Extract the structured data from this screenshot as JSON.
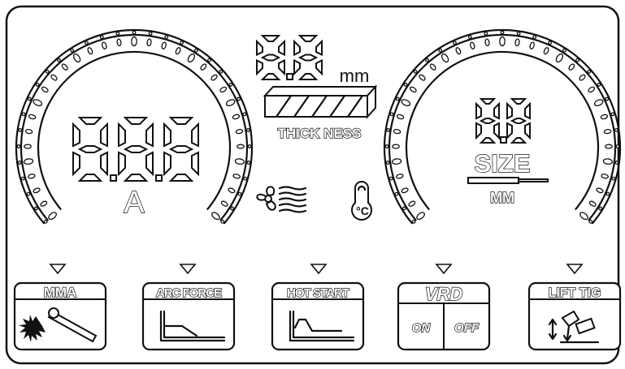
{
  "panel": {
    "left_gauge": {
      "unit": "A",
      "display": "8.8.8"
    },
    "right_gauge": {
      "display": "8.8",
      "size_label": "SIZE",
      "unit": "MM"
    },
    "thickness": {
      "display": "8.8",
      "unit": "mm",
      "label": "THICK NESS"
    },
    "indicators": {
      "fan": "fan-icon",
      "temperature": "°C"
    }
  },
  "modes": [
    {
      "label": "MMA",
      "icon": "electrode-spark-icon"
    },
    {
      "label": "ARC FORCE",
      "icon": "arc-force-curve-icon"
    },
    {
      "label": "HOT START",
      "icon": "hot-start-curve-icon"
    },
    {
      "label": "VRD",
      "on": "ON",
      "off": "OFF"
    },
    {
      "label": "LIFT TIG",
      "icon": "tig-torch-icon"
    }
  ]
}
